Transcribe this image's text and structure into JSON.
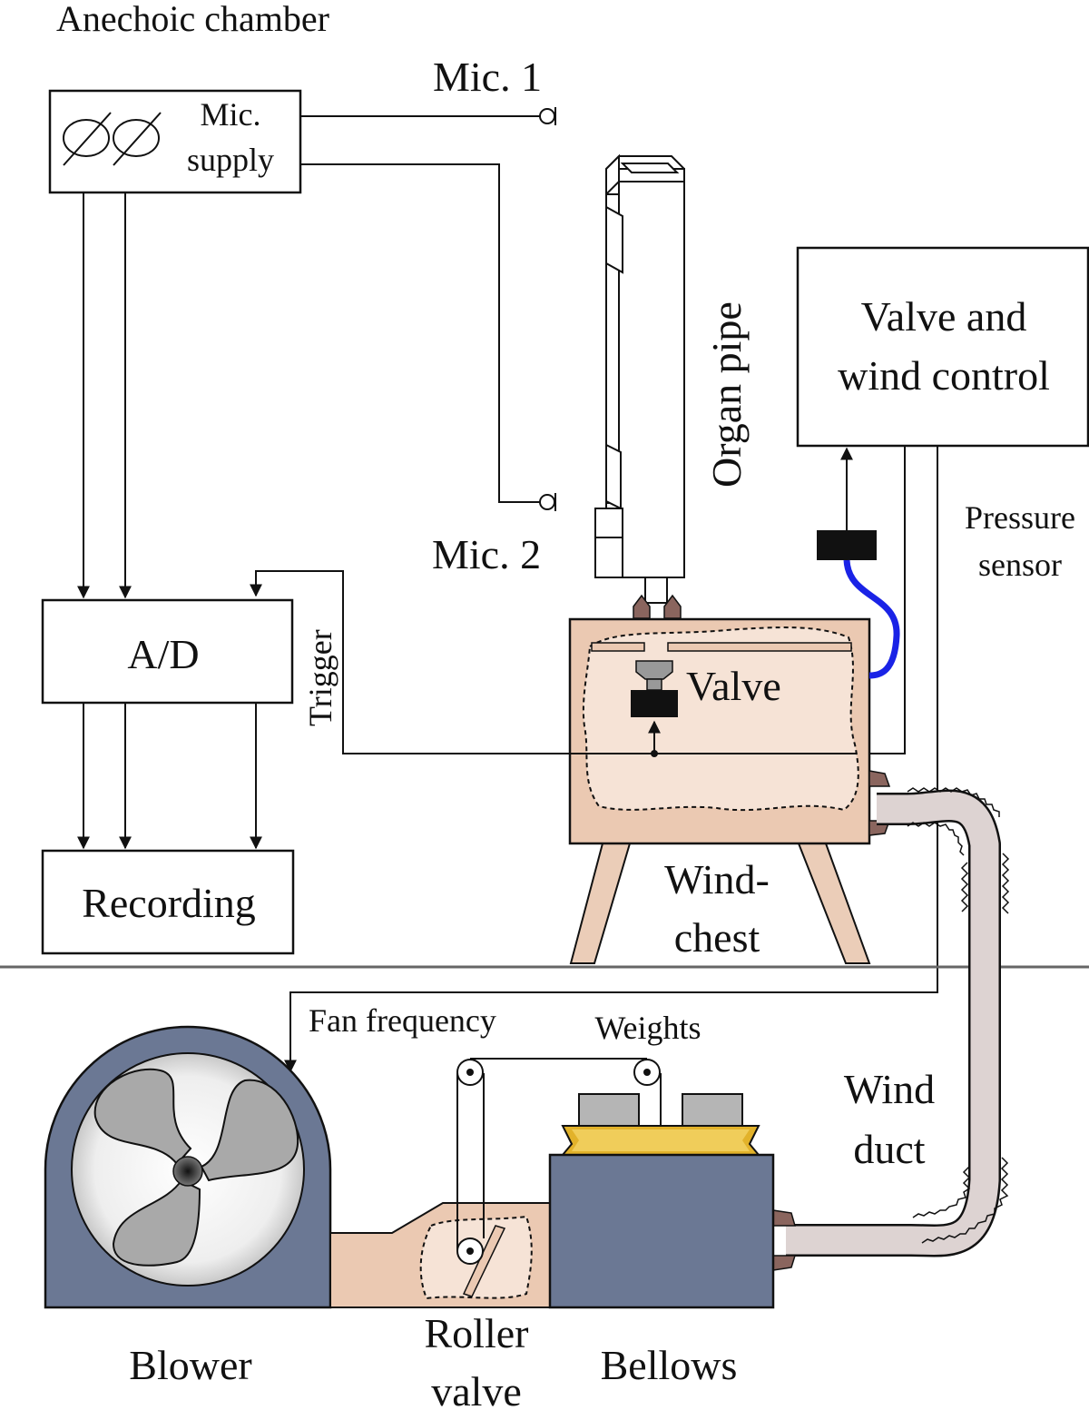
{
  "labels": {
    "chamber": "Anechoic chamber",
    "mic1": "Mic. 1",
    "mic2": "Mic. 2",
    "mic_supply_1": "Mic.",
    "mic_supply_2": "supply",
    "ad": "A/D",
    "recording": "Recording",
    "trigger": "Trigger",
    "organ_pipe": "Organ pipe",
    "valve_control_1": "Valve and",
    "valve_control_2": "wind control",
    "pressure_sensor_1": "Pressure",
    "pressure_sensor_2": "sensor",
    "valve": "Valve",
    "windchest_1": "Wind-",
    "windchest_2": "chest",
    "fan_frequency": "Fan frequency",
    "weights": "Weights",
    "wind_duct_1": "Wind",
    "wind_duct_2": "duct",
    "blower": "Blower",
    "roller_valve_1": "Roller",
    "roller_valve_2": "valve",
    "bellows": "Bellows"
  },
  "colors": {
    "line": "#111111",
    "windchest": "#ebc9b2",
    "windchest_inner": "#f6e3d6",
    "wood_legs": "#ebcdb8",
    "blower_body": "#6b7894",
    "fan_blade": "#a9a9a9",
    "duct_fill": "#ddd3d2",
    "bellows_gold": "#e2b22a",
    "weight": "#b5b5b5",
    "tube": "#1a23e6",
    "floor": "#666666"
  }
}
